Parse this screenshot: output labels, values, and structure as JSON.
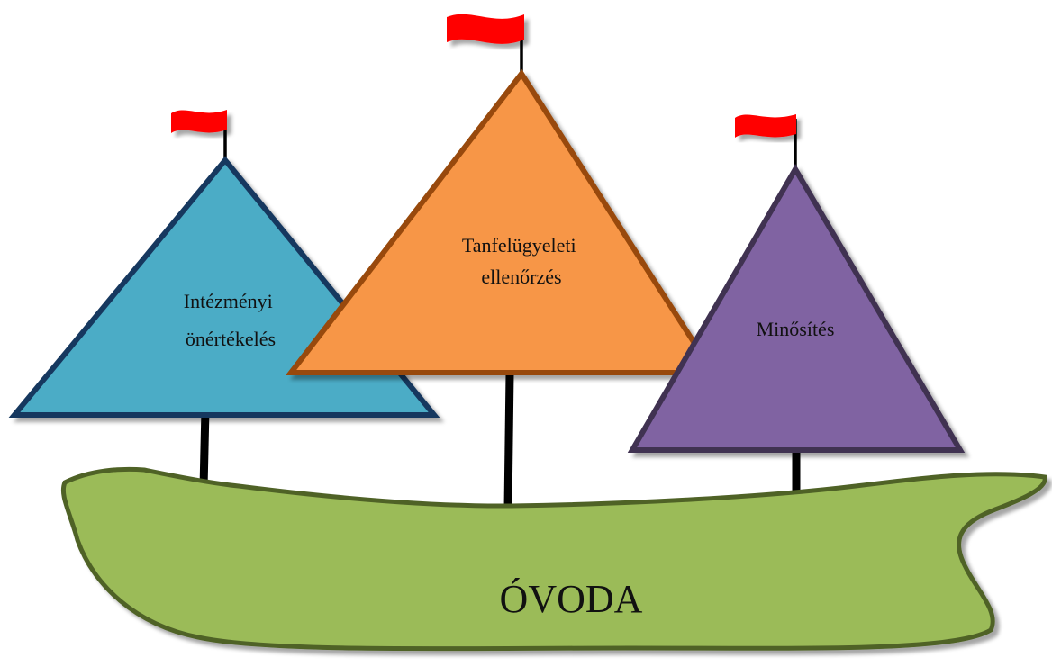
{
  "diagram": {
    "hull": {
      "label": "ÓVODA",
      "color": "#9bbb59",
      "outline": "#4f6228"
    },
    "sails": [
      {
        "id": "left",
        "lines": [
          "Intézményi",
          "önértékelés"
        ],
        "fill": "#4bacc6",
        "stroke": "#17375e"
      },
      {
        "id": "center",
        "lines": [
          "Tanfelügyeleti",
          "ellenőrzés"
        ],
        "fill": "#f79646",
        "stroke": "#984807"
      },
      {
        "id": "right",
        "lines": [
          "Minősítés"
        ],
        "fill": "#8064a2",
        "stroke": "#3f3151"
      }
    ],
    "flag_color": "#ff0000"
  }
}
